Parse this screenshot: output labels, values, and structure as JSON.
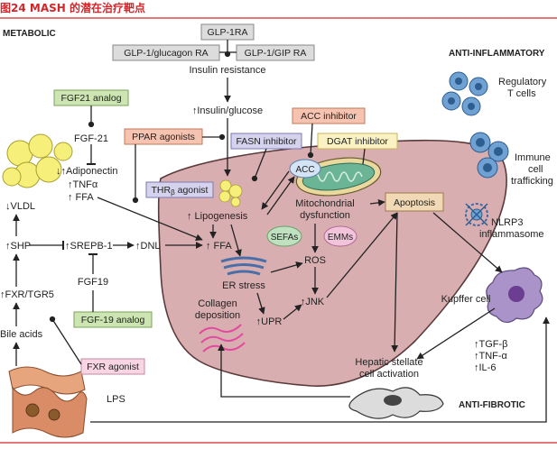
{
  "figure": {
    "title": "图24  MASH 的潜在治疗靶点"
  },
  "sections": {
    "metabolic": "METABOLIC",
    "anti_inflammatory": "ANTI-INFLAMMATORY",
    "anti_fibrotic": "ANTI-FIBROTIC"
  },
  "drugs": {
    "glp1_ira": "GLP-1RA",
    "glp1_glucagon": "GLP-1/glucagon RA",
    "glp1_gip": "GLP-1/GIP RA",
    "fgf21_analog": "FGF21 analog",
    "ppar_agonists": "PPAR agonists",
    "fasn_inhibitor": "FASN inhibitor",
    "acc_inhibitor": "ACC inhibitor",
    "dgat_inhibitor": "DGAT inhibitor",
    "thr_agonist_main": "THR",
    "thr_agonist_sub": "β",
    "thr_agonist_tail": " agonist",
    "fgf19_analog": "FGF-19 analog",
    "fxr_agonist": "FXR agonist"
  },
  "labels": {
    "insulin_resistance": "Insulin resistance",
    "insulin_glucose": "↑Insulin/glucose",
    "fgf21": "FGF-21",
    "adiponectin": "↓↑Adiponectin",
    "tnfa": "↑TNFα",
    "ffa_left": "↑ FFA",
    "vldl": "↓VLDL",
    "shp": "↑SHP",
    "srepb1": "↑SREPB-1",
    "dnl": "↑DNL",
    "fgf19": "FGF19",
    "fxr_tgr5": "↑FXR/TGR5",
    "bile_acids": "Bile acids",
    "lps": "LPS",
    "lipogenesis": "↑ Lipogenesis",
    "ffa_liver": "↑ FFA",
    "acc": "ACC",
    "mito_1": "Mitochondrial",
    "mito_2": "dysfunction",
    "apoptosis": "Apoptosis",
    "sefas": "SEFAs",
    "emms": "EMMs",
    "ros": "ROS",
    "er_stress": "ER stress",
    "jnk": "↑JNK",
    "upr": "↑UPR",
    "collagen_1": "Collagen",
    "collagen_2": "deposition",
    "hsc_1": "Hepatic stellate",
    "hsc_2": "cell activation",
    "kupffer": "Kupffer cell",
    "tgfb": "↑TGF-β",
    "tnf_alpha": "↑TNF-α",
    "il6": "↑IL-6",
    "treg_1": "Regulatory",
    "treg_2": "T cells",
    "immune_1": "Immune",
    "immune_2": "cell",
    "immune_3": "trafficking",
    "nlrp3_1": "NLRP3",
    "nlrp3_2": "inflammasome"
  },
  "colors": {
    "title_red": "#d3262b",
    "liver_fill": "#d9aeb0",
    "liver_stroke": "#5b3a3c",
    "drug_green": "#cde5b3",
    "drug_gray": "#dcdcdc",
    "drug_salmon": "#f6c3b0",
    "drug_lavender": "#d4d2ec",
    "drug_yellow": "#fbf2c4",
    "drug_pink": "#f9d5e3",
    "sefa_green": "#bfe1c0",
    "emm_pink": "#f2c4dc",
    "fat_yellow": "#f6ef7a",
    "cell_blue": "#6fa1d3",
    "kupffer_purple": "#a993c9",
    "mito_green": "#6bb495"
  },
  "icons": [
    "fat-cells-icon",
    "mitochondrion-icon",
    "er-stress-icon",
    "regulatory-t-cells-icon",
    "immune-cells-icon",
    "nlrp3-inflammasome-icon",
    "kupffer-cell-icon",
    "stellate-cell-icon",
    "intestine-icon",
    "lipid-droplets-icon",
    "collagen-fibers-icon"
  ]
}
